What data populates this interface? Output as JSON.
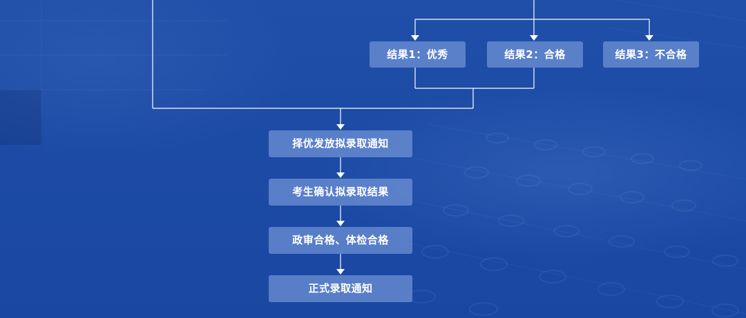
{
  "results": [
    {
      "label": "结果1：优秀"
    },
    {
      "label": "结果2：合格"
    },
    {
      "label": "结果3：不合格"
    }
  ],
  "steps": [
    {
      "label": "择优发放拟录取通知"
    },
    {
      "label": "考生确认拟录取结果"
    },
    {
      "label": "政审合格、体检合格"
    },
    {
      "label": "正式录取通知"
    }
  ],
  "colors": {
    "background": "#1c4ba6",
    "box_fill": "rgba(128,160,222,0.62)",
    "connector": "#ffffff",
    "text": "#ffffff"
  }
}
